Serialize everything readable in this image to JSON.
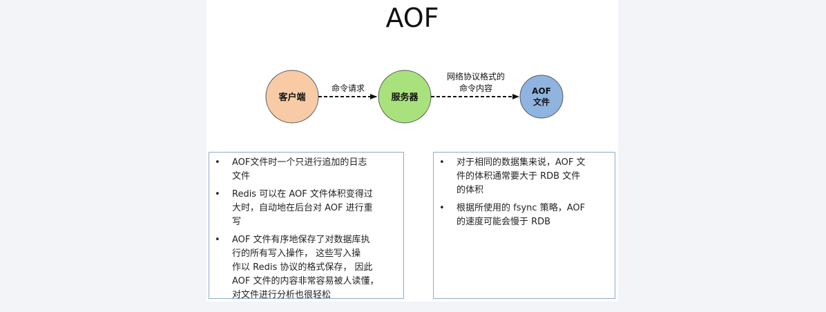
{
  "title": "AOF",
  "nodes": {
    "client": {
      "label": "客户端",
      "color": "#f8cba6"
    },
    "server": {
      "label": "服务器",
      "color": "#a9e27c"
    },
    "aof_file": {
      "label_line1": "AOF",
      "label_line2": "文件",
      "color": "#8fb4e0"
    }
  },
  "edges": {
    "client_to_server": {
      "label": "命令请求"
    },
    "server_to_file": {
      "label_line1": "网络协议格式的",
      "label_line2": "命令内容"
    }
  },
  "left_box": {
    "bullet": "•",
    "items": [
      {
        "lines": [
          "AOF文件时一个只进行追加的日志",
          "文件"
        ]
      },
      {
        "lines": [
          "Redis 可以在 AOF 文件体积变得过",
          "大时，自动地在后台对 AOF 进行重",
          "写"
        ]
      },
      {
        "lines": [
          "AOF 文件有序地保存了对数据库执",
          "行的所有写入操作， 这些写入操",
          "作以 Redis 协议的格式保存， 因此",
          "AOF 文件的内容非常容易被人读懂，",
          "对文件进行分析也很轻松"
        ]
      }
    ]
  },
  "right_box": {
    "bullet": "•",
    "items": [
      {
        "lines": [
          "对于相同的数据集来说，AOF 文",
          "件的体积通常要大于 RDB 文件",
          "的体积"
        ]
      },
      {
        "lines": [
          "根据所使用的 fsync 策略，AOF",
          "的速度可能会慢于 RDB"
        ]
      }
    ]
  }
}
